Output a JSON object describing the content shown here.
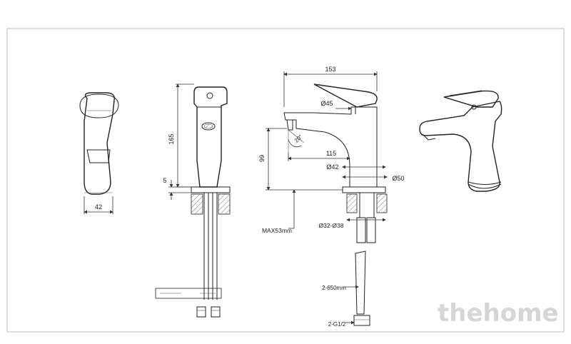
{
  "dimensions": {
    "width_42": "42",
    "height_165": "165",
    "gap_5": "5",
    "length_153": "153",
    "dia_45": "Ø45",
    "angle_20": "20°",
    "reach_115": "115",
    "height_99": "99",
    "dia_42": "Ø42",
    "dia_50": "Ø50",
    "max_53": "MAX53mm",
    "dia_32_38": "Ø32-Ø38",
    "hose_650": "2-650mm",
    "thread_g12": "2-G1/2"
  },
  "watermark": "thehome",
  "colors": {
    "line": "#222222",
    "watermark": "#d6d6d6",
    "frame": "#bdbdbd"
  }
}
